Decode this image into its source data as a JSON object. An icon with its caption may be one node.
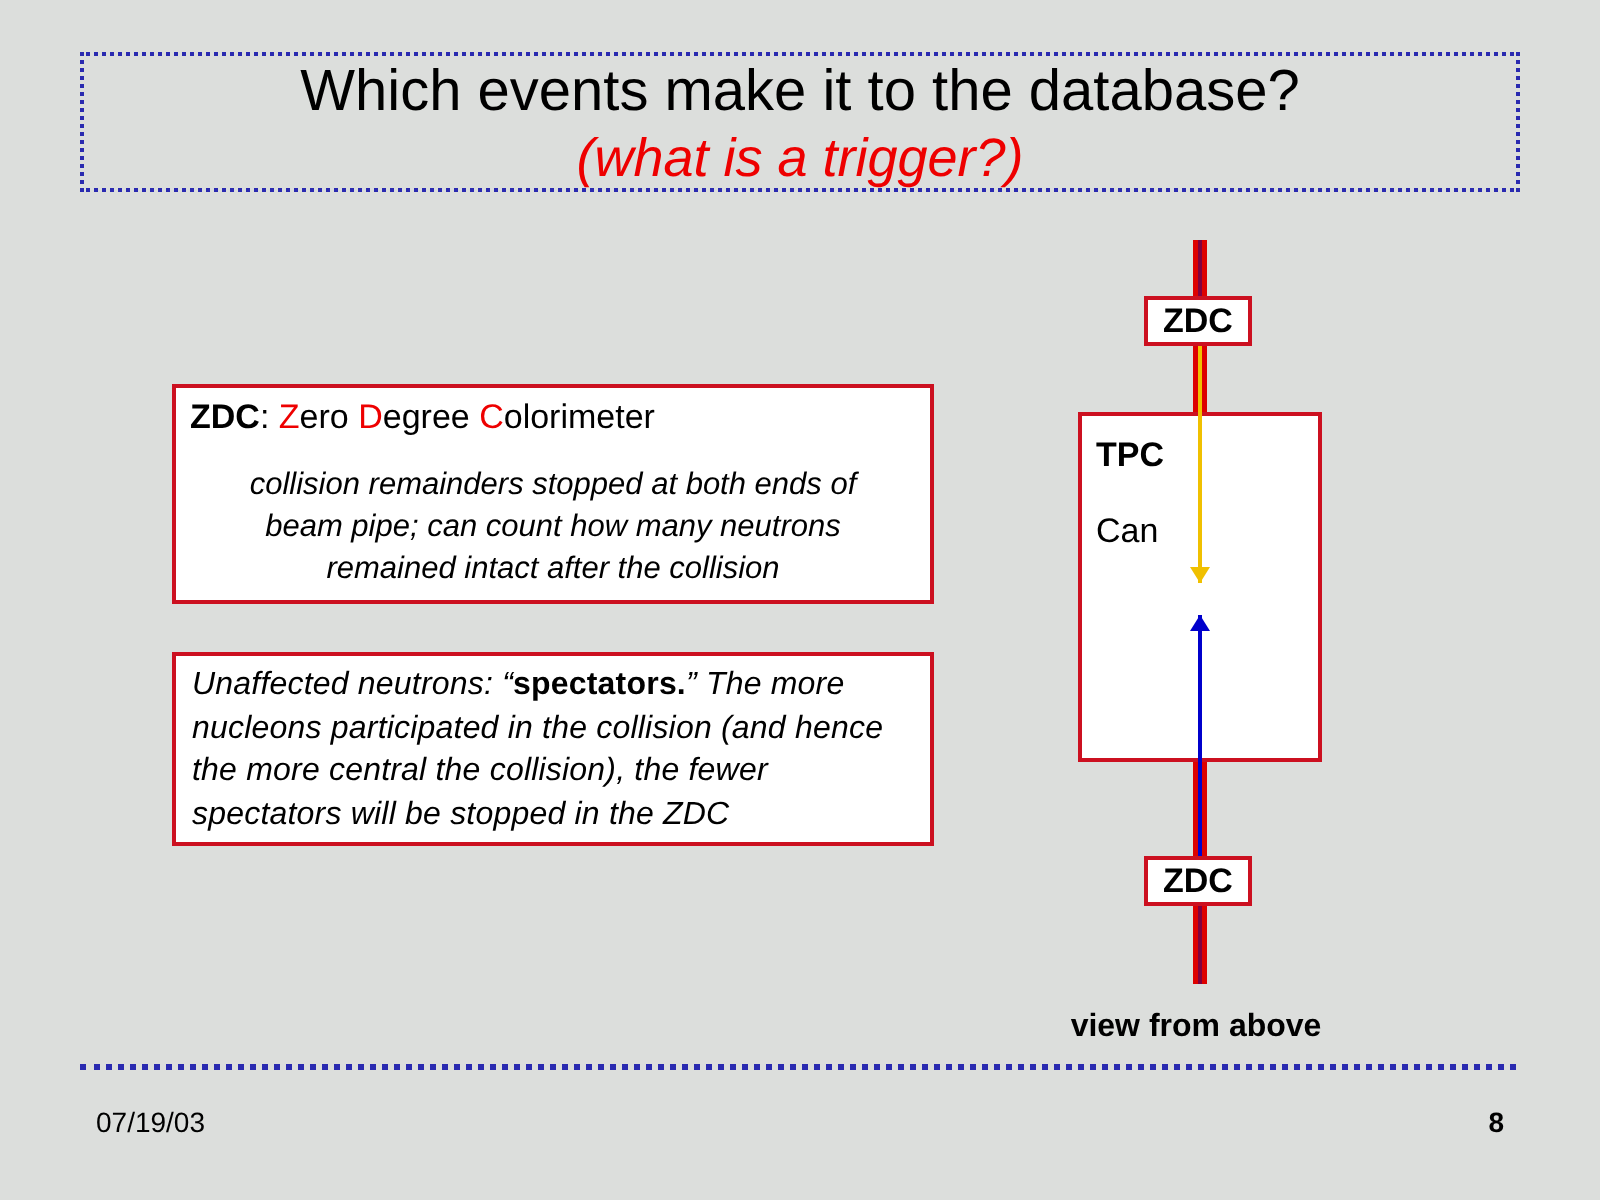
{
  "diagram": {
    "title": "Which events make it to the database?",
    "nodes": [
      {
        "text": [
          "**ZDC**: Zero Degree Colorimeter",
          "collision remainders stopped at both ends of beam pipe; can count how many neutrons remained intact after the collision"
        ]
      },
      {
        "text": [
          "Unaffected neutrons: “**spectators.**” The more nucleons participated in the collision (and hence the more central the collision), the fewer spectators will be stopped in the ZDC"
        ]
      },
      {
        "text": [
          "ZDC"
        ]
      },
      {
        "text": [
          "TPC",
          "Can"
        ]
      },
      {
        "text": [
          "ZDC"
        ]
      }
    ],
    "edges": [
      {
        "from": 2,
        "to": 3,
        "arrow": "to",
        "color": "#f0c000"
      },
      {
        "from": 4,
        "to": 3,
        "arrow": "to",
        "color": "#0000cc"
      }
    ],
    "labels": [
      "(what is a trigger?)",
      "view from above",
      "07/19/03",
      "8"
    ]
  }
}
